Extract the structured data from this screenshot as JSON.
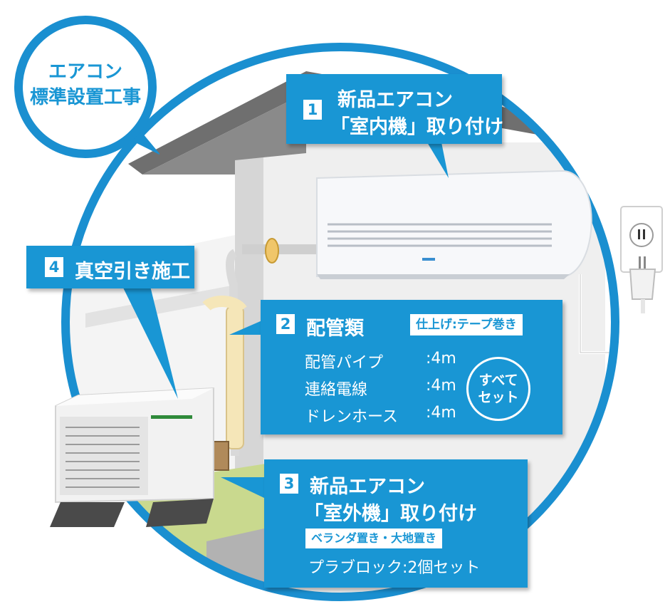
{
  "badge": {
    "line1": "エアコン",
    "line2": "標準設置工事"
  },
  "step1": {
    "number": "1",
    "line1": "新品エアコン",
    "line2": "「室内機」取り付け"
  },
  "step2": {
    "number": "2",
    "title": "配管類",
    "tag": "仕上げ:テープ巻き",
    "items": [
      {
        "name": "配管パイプ",
        "value": ":4m"
      },
      {
        "name": "連絡電線",
        "value": ":4m"
      },
      {
        "name": "ドレンホース",
        "value": ":4m"
      }
    ],
    "set_line1": "すべて",
    "set_line2": "セット"
  },
  "step3": {
    "number": "3",
    "line1": "新品エアコン",
    "line2": "「室外機」取り付け",
    "tag": "ベランダ置き・大地置き",
    "line3": "プラブロック:2個セット"
  },
  "step4": {
    "number": "4",
    "label": "真空引き施工"
  },
  "colors": {
    "accent": "#1996d4",
    "ring": "#1a8fd0",
    "wall": "#ededed",
    "roof": "#6f6f6f",
    "lawn": "#c9d98e"
  },
  "icons": [
    "wall-outlet-icon",
    "plug-icon",
    "indoor-unit-illustration",
    "outdoor-unit-illustration",
    "house-illustration"
  ]
}
